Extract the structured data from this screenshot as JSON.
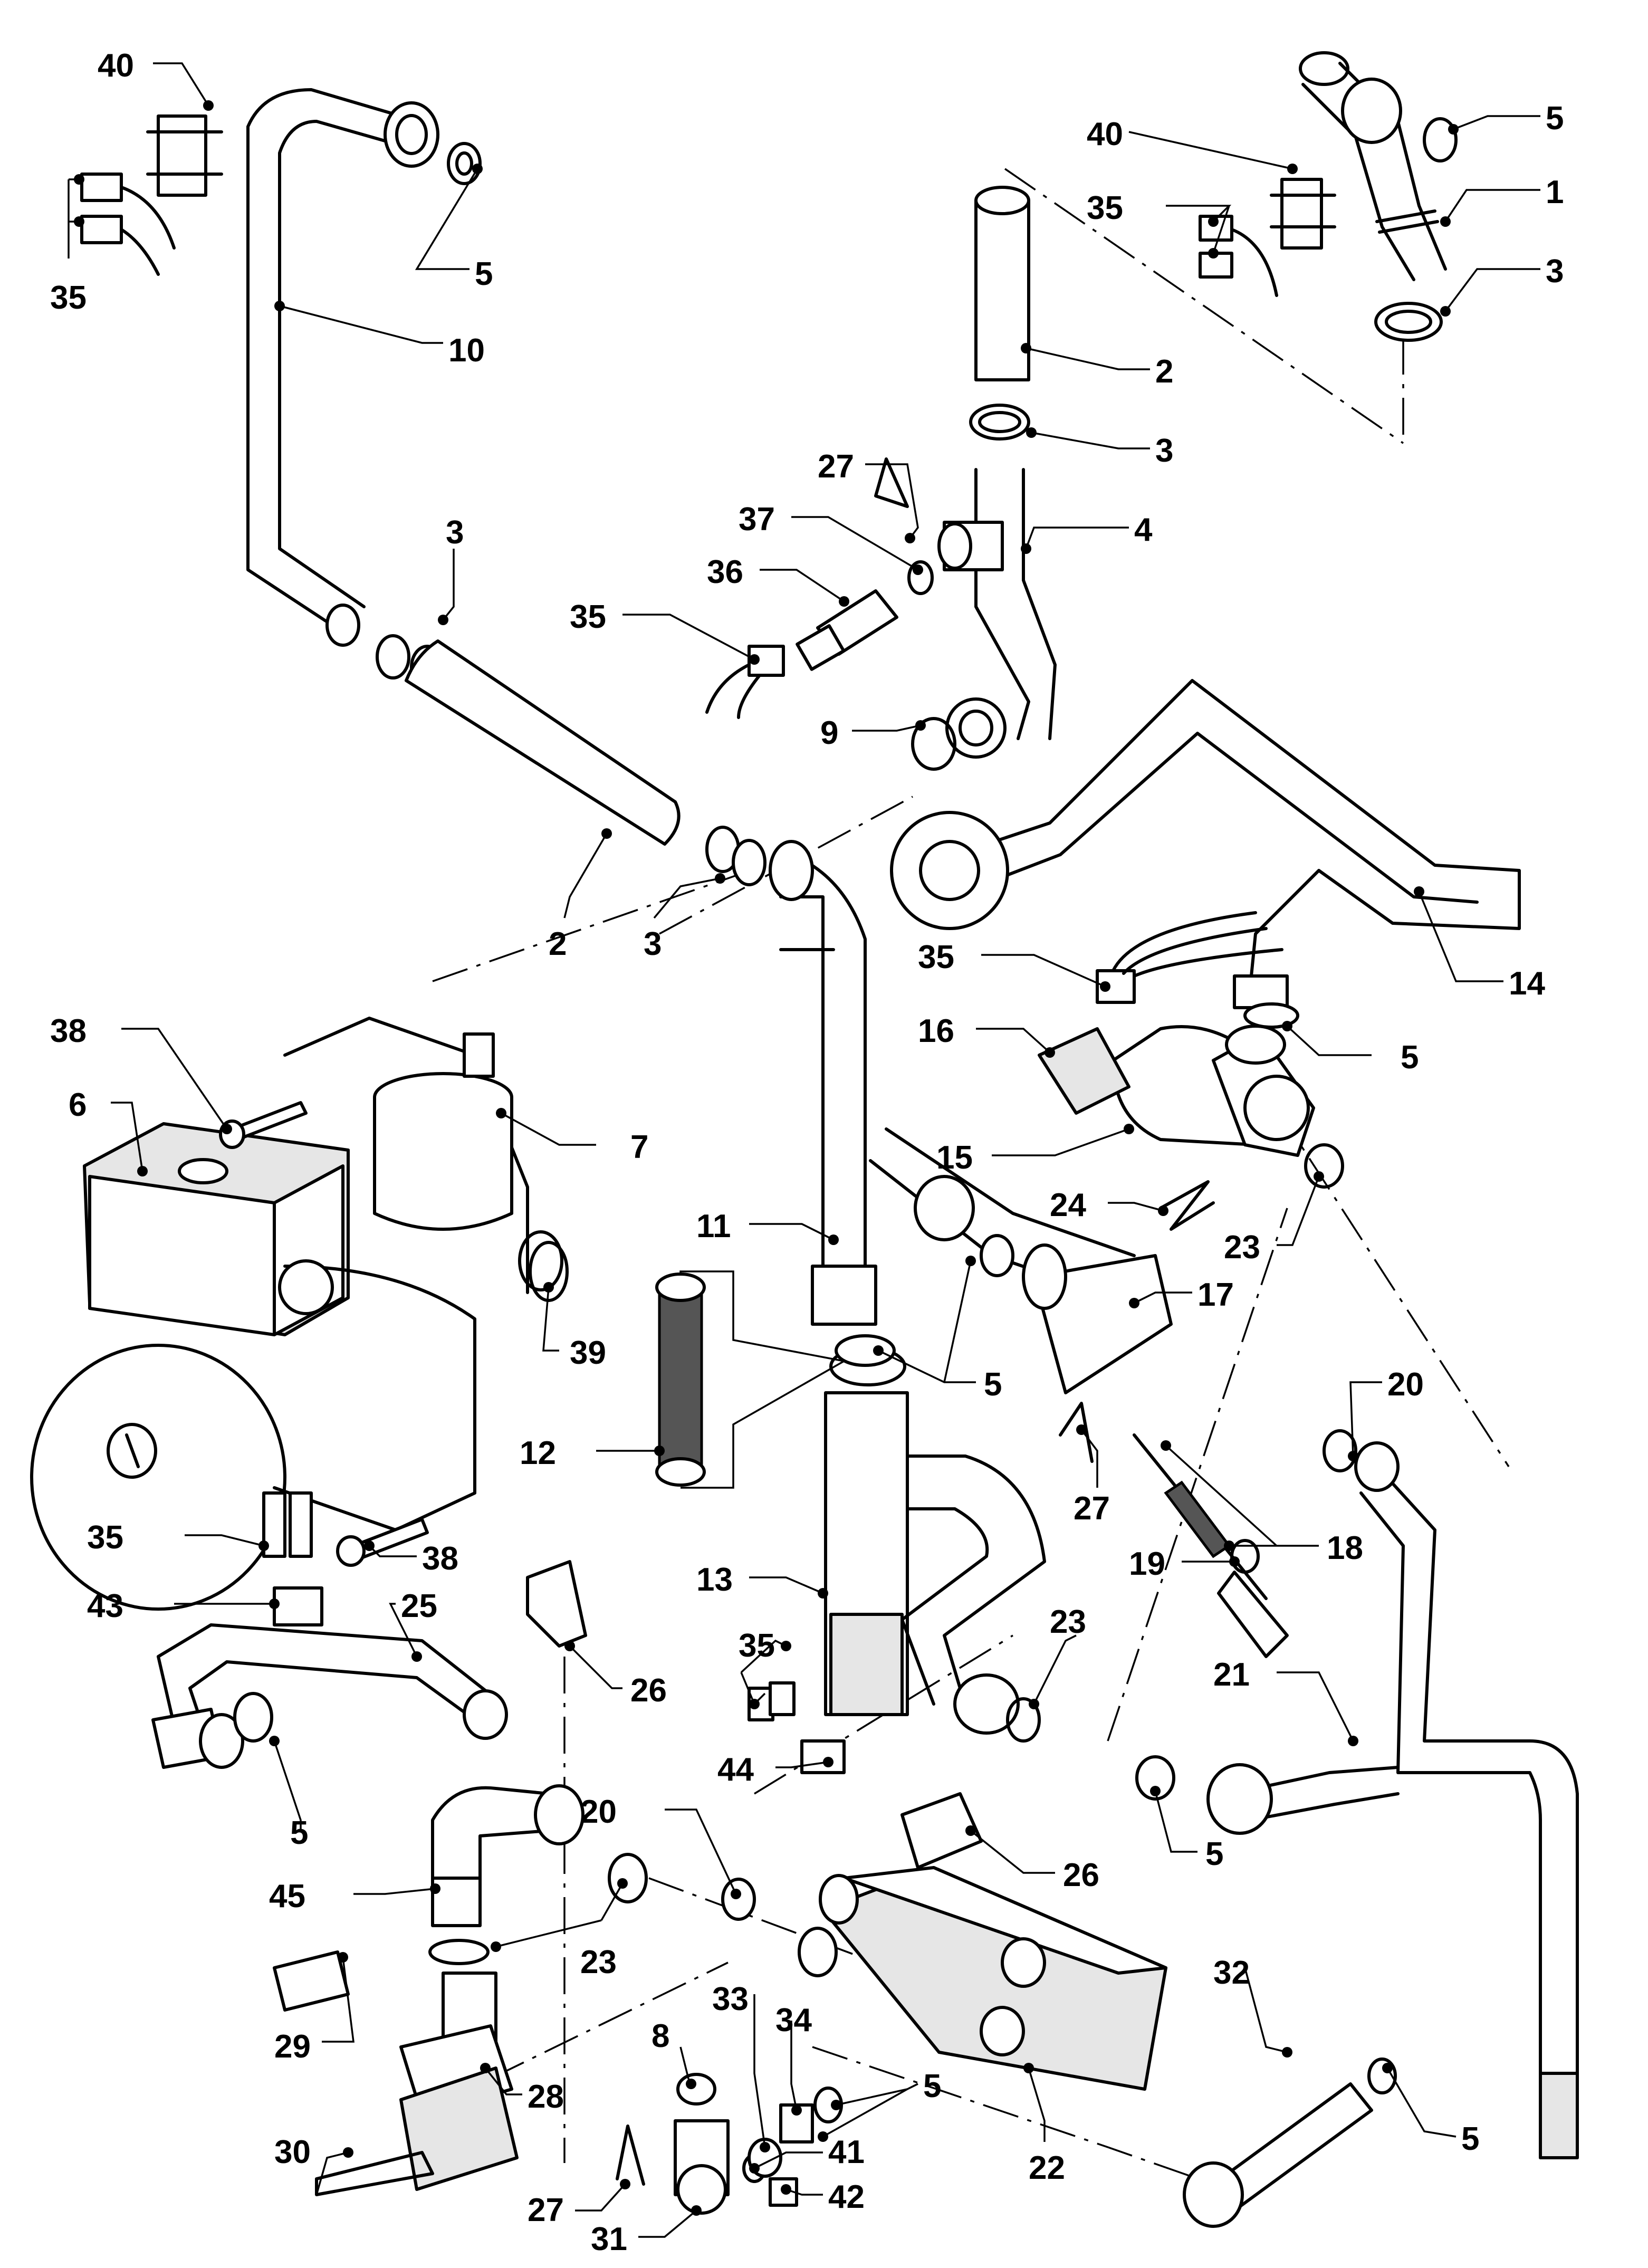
{
  "callouts": {
    "c40a": "40",
    "c35a": "35",
    "c5a": "5",
    "c10": "10",
    "c40b": "40",
    "c35b": "35",
    "c5b": "5",
    "c1": "1",
    "c3a": "3",
    "c2a": "2",
    "c3b": "3",
    "c27a": "27",
    "c4": "4",
    "c37": "37",
    "c36": "36",
    "c35c": "35",
    "c9": "9",
    "c3c": "3",
    "c2b": "2",
    "c3d": "3",
    "c14": "14",
    "c35d": "35",
    "c16": "16",
    "c5c": "5",
    "c38a": "38",
    "c6": "6",
    "c7": "7",
    "c15": "15",
    "c24": "24",
    "c23a": "23",
    "c11": "11",
    "c17": "17",
    "c39": "39",
    "c5d": "5",
    "c20a": "20",
    "c12": "12",
    "c27b": "27",
    "c18": "18",
    "c38b": "38",
    "c35e": "35",
    "c19": "19",
    "c43": "43",
    "c13": "13",
    "c25": "25",
    "c23b": "23",
    "c35f": "35",
    "c21": "21",
    "c26a": "26",
    "c20b": "20",
    "c44": "44",
    "c5e": "5",
    "c26b": "26",
    "c5f": "5",
    "c45": "45",
    "c23c": "23",
    "c32": "32",
    "c33": "33",
    "c34": "34",
    "c29": "29",
    "c28": "28",
    "c8": "8",
    "c5g": "5",
    "c5h": "5",
    "c30": "30",
    "c41": "41",
    "c27c": "27",
    "c31": "31",
    "c42": "42",
    "c22": "22"
  }
}
